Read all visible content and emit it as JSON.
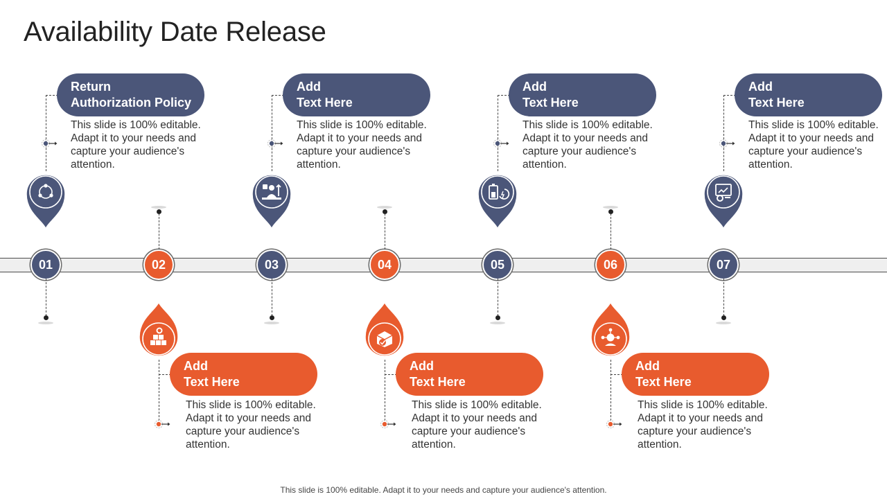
{
  "title": "Availability Date Release",
  "footer": "This slide is 100% editable. Adapt it to your needs and capture your audience's attention.",
  "colors": {
    "blue": "#4b5679",
    "orange": "#e85b2e"
  },
  "steps": [
    {
      "number": "01",
      "color": "blue",
      "position": "top",
      "heading_line1": "Return",
      "heading_line2": "Authorization Policy",
      "description": "This slide is 100% editable. Adapt it to your needs and capture your audience's attention.",
      "icon": "leaf-cycle-icon"
    },
    {
      "number": "02",
      "color": "orange",
      "position": "bottom",
      "heading_line1": "Add",
      "heading_line2": "Text Here",
      "description": "This slide is 100% editable. Adapt it to your needs and capture your audience's attention.",
      "icon": "boxes-gear-icon"
    },
    {
      "number": "03",
      "color": "blue",
      "position": "top",
      "heading_line1": "Add",
      "heading_line2": "Text Here",
      "description": "This slide is 100% editable. Adapt it to your needs and capture your audience's attention.",
      "icon": "business-growth-icon"
    },
    {
      "number": "04",
      "color": "orange",
      "position": "bottom",
      "heading_line1": "Add",
      "heading_line2": "Text Here",
      "description": "This slide is 100% editable. Adapt it to your needs and capture your audience's attention.",
      "icon": "package-check-icon"
    },
    {
      "number": "05",
      "color": "blue",
      "position": "top",
      "heading_line1": "Add",
      "heading_line2": "Text Here",
      "description": "This slide is 100% editable. Adapt it to your needs and capture your audience's attention.",
      "icon": "battery-energy-icon"
    },
    {
      "number": "06",
      "color": "orange",
      "position": "bottom",
      "heading_line1": "Add",
      "heading_line2": "Text Here",
      "description": "This slide is 100% editable. Adapt it to your needs and capture your audience's attention.",
      "icon": "global-network-icon"
    },
    {
      "number": "07",
      "color": "blue",
      "position": "top",
      "heading_line1": "Add",
      "heading_line2": "Text Here",
      "description": "This slide is 100% editable. Adapt it to your needs and capture your audience's attention.",
      "icon": "dashboard-settings-icon"
    }
  ]
}
